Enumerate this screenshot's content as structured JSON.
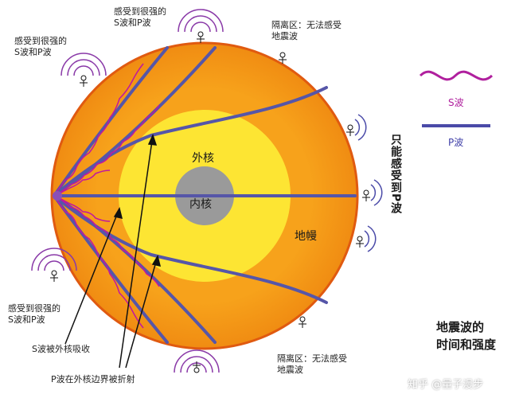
{
  "core_labels": {
    "outer_core": "外核",
    "inner_core": "内核",
    "mantle": "地幔"
  },
  "receiver_labels": {
    "top_left": [
      "感受到很强的",
      "S波和P波"
    ],
    "top_center": [
      "感受到很强的",
      "S波和P波"
    ],
    "top_right": [
      "隔离区：无法感受",
      "地震波"
    ],
    "bottom_left": [
      "感受到很强的",
      "S波和P波"
    ],
    "bottom_right": [
      "隔离区：无法感受",
      "地震波"
    ]
  },
  "callouts": {
    "s_absorbed": "S波被外核吸收",
    "p_refracted": "P波在外核边界被折射"
  },
  "side_label": "只能感受到P波",
  "legend": {
    "s_wave": "S波",
    "p_wave": "P波",
    "s_color": "#b0209e",
    "p_color": "#4a4aa8"
  },
  "title_lines": [
    "地震波的",
    "时间和强度"
  ],
  "watermark": "知乎 @量子漫步",
  "colors": {
    "mantle": "#f7a21b",
    "outer_core": "#fde533",
    "inner_core": "#9a9a9a",
    "outline": "#e05a10"
  }
}
